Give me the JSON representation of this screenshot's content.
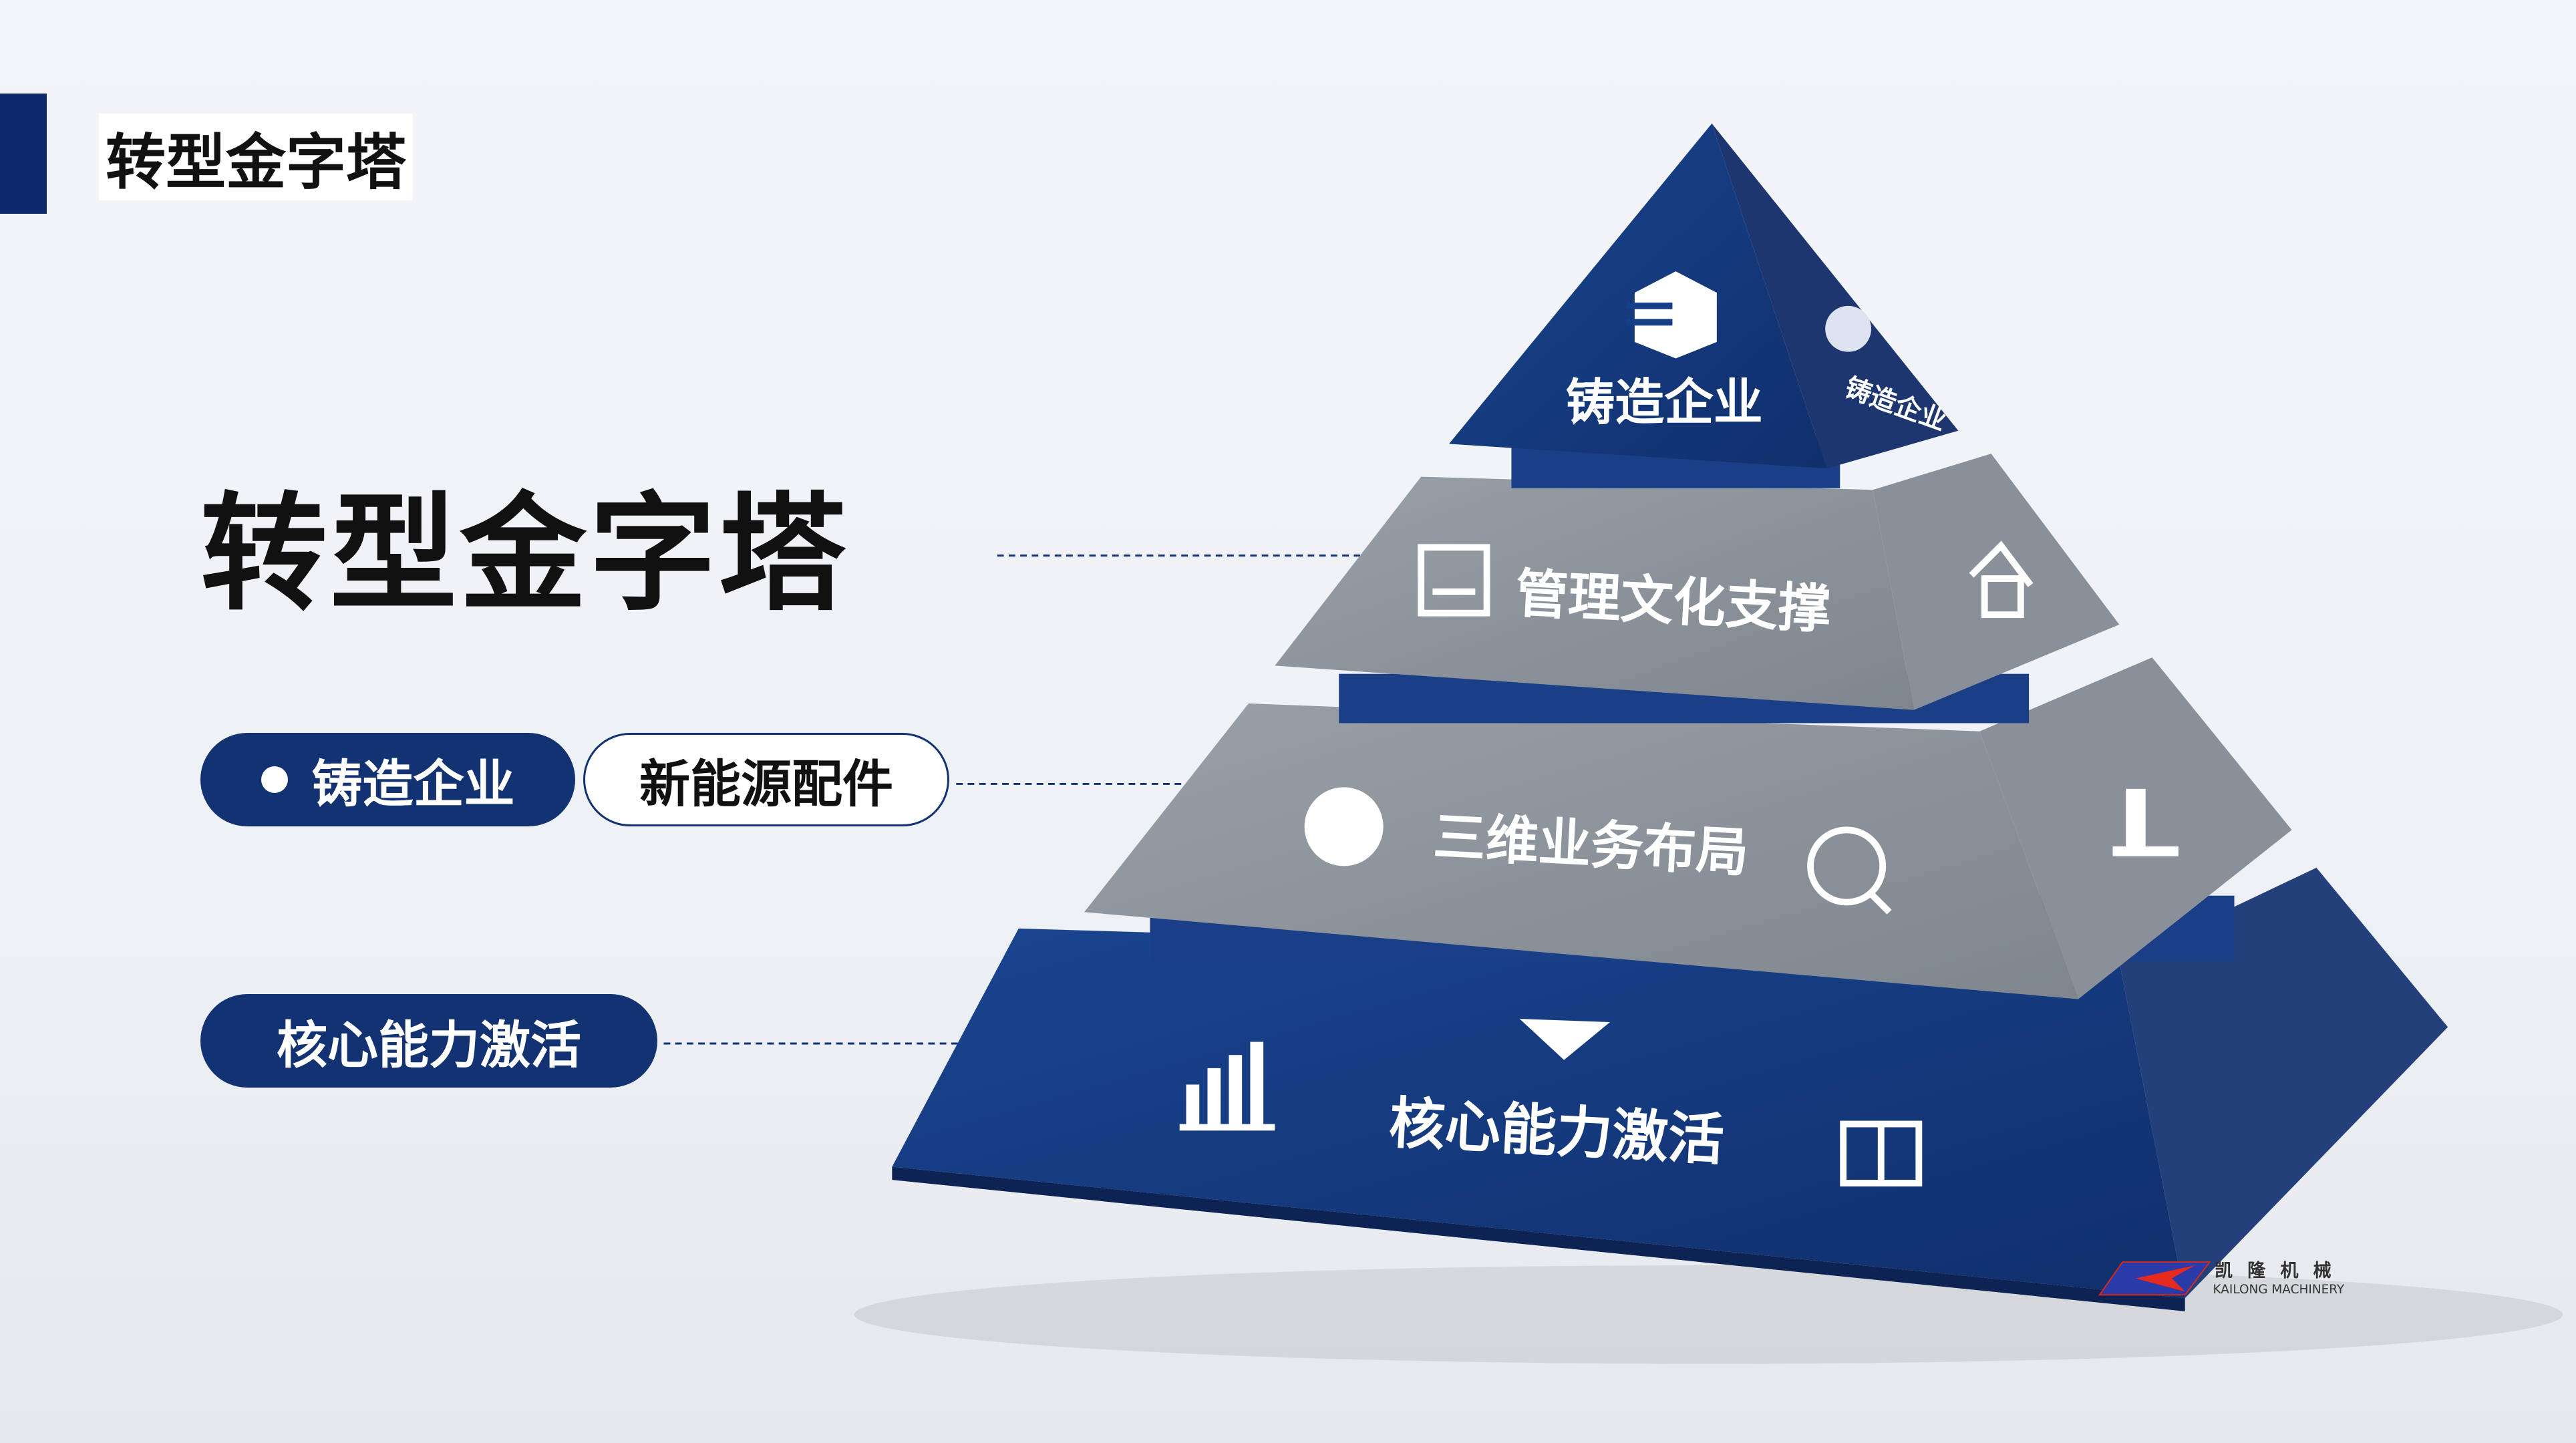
{
  "header": {
    "title": "转型金字塔"
  },
  "main": {
    "title": "转型金字塔"
  },
  "pills": {
    "enterprise": "铸造企业",
    "new_energy": "新能源配件",
    "core": "核心能力激活"
  },
  "pyramid": {
    "tiers": [
      {
        "label": "铸造企业",
        "side_label": "铸造企业",
        "icons": [
          "building-icon",
          "globe-icon"
        ],
        "color": "#153f86"
      },
      {
        "label": "管理文化支撑",
        "icons": [
          "monitor-icon",
          "house-icon"
        ],
        "color": "#8e949c"
      },
      {
        "label": "三维业务布局",
        "icons": [
          "leaf-icon",
          "search-icon",
          "tower-icon"
        ],
        "color": "#8e949c"
      },
      {
        "label": "核心能力激活",
        "icons": [
          "bar-chart-icon",
          "book-icon"
        ],
        "color": "#153f86"
      }
    ]
  },
  "logo": {
    "cn": "凯隆机械",
    "en": "KAILONG MACHINERY"
  },
  "colors": {
    "navy": "#123272",
    "gray": "#8e949c"
  }
}
